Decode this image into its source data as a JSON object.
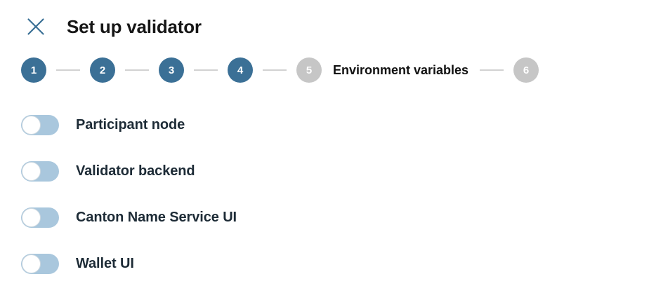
{
  "header": {
    "title": "Set up validator",
    "close_icon": "close-icon",
    "close_icon_color": "#3b7096"
  },
  "stepper": {
    "done_color": "#3b7096",
    "pending_color": "#c6c6c6",
    "connector_color": "#d2d2d2",
    "steps": [
      {
        "number": "1",
        "state": "done",
        "label": ""
      },
      {
        "number": "2",
        "state": "done",
        "label": ""
      },
      {
        "number": "3",
        "state": "done",
        "label": ""
      },
      {
        "number": "4",
        "state": "done",
        "label": ""
      },
      {
        "number": "5",
        "state": "pending",
        "label": "Environment variables"
      },
      {
        "number": "6",
        "state": "pending",
        "label": ""
      }
    ]
  },
  "toggles": {
    "track_color": "#a9c7dd",
    "knob_color": "#ffffff",
    "items": [
      {
        "label": "Participant node",
        "checked": false,
        "state_text": "off"
      },
      {
        "label": "Validator backend",
        "checked": false,
        "state_text": "off"
      },
      {
        "label": "Canton Name Service UI",
        "checked": false,
        "state_text": "off"
      },
      {
        "label": "Wallet UI",
        "checked": false,
        "state_text": "off"
      }
    ]
  }
}
